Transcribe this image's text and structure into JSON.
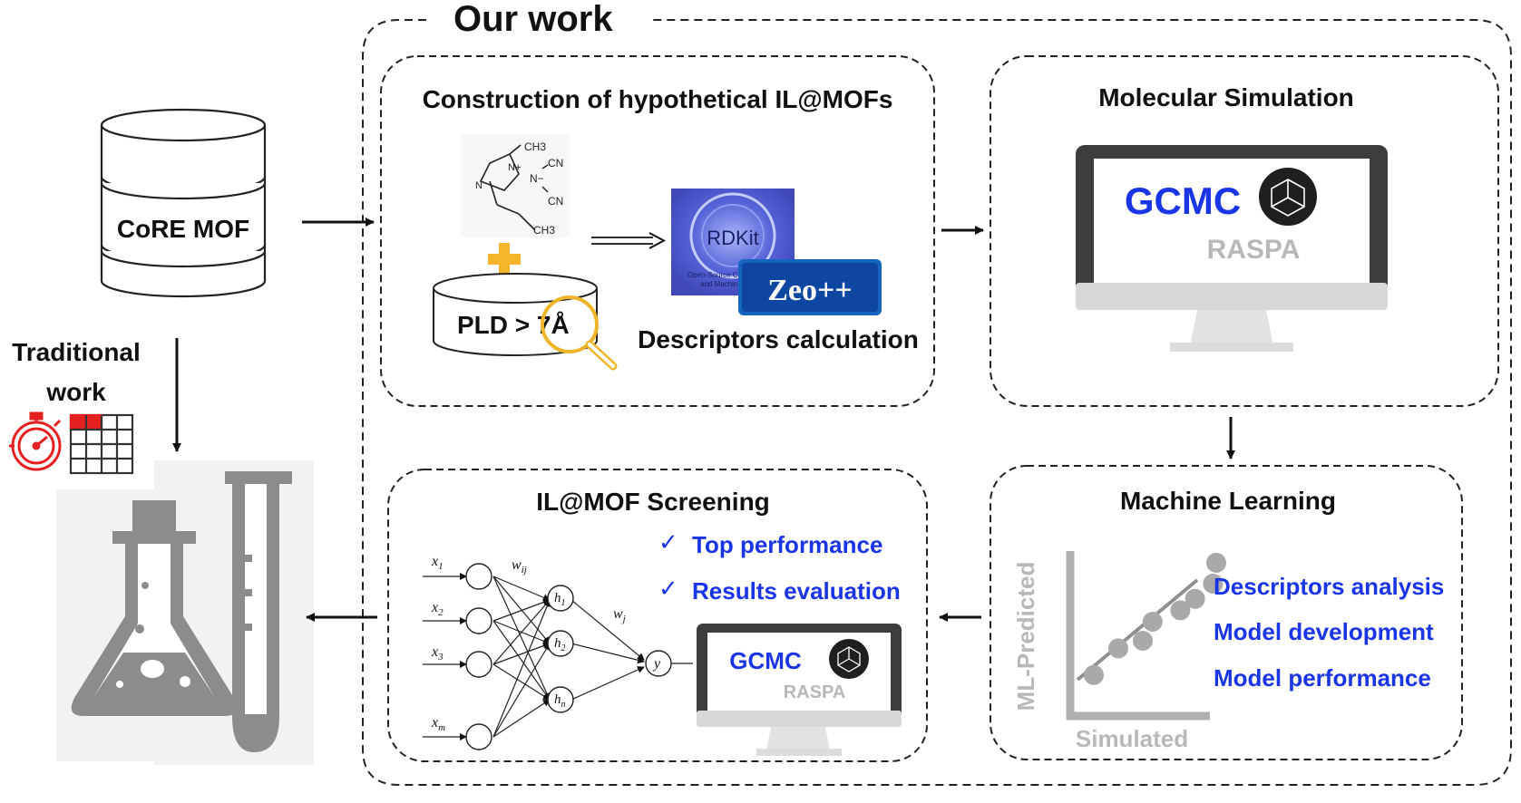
{
  "title": "Our work",
  "database": {
    "label": "CoRE MOF"
  },
  "traditional": {
    "line1": "Traditional",
    "line2": "work"
  },
  "panels": {
    "construction": {
      "title": "Construction of hypothetical IL@MOFs",
      "pld_label": "PLD > 7Å",
      "descriptors_label": "Descriptors calculation",
      "rdkit_label": "RDKit",
      "rdkit_caption_1": "Open-Source Ch",
      "rdkit_caption_2": "and Machin",
      "zeo_label": "Zeo++",
      "molecule": {
        "methyl": "CH3",
        "methyl_end": "CH3",
        "cation": "N+",
        "n_plain": "N",
        "cn1": "CN",
        "cn2": "CN",
        "anion": "N−"
      }
    },
    "simulation": {
      "title": "Molecular Simulation",
      "gcmc": "GCMC",
      "raspa": "RASPA"
    },
    "ml": {
      "title": "Machine Learning",
      "y_axis": "ML-Predicted",
      "x_axis": "Simulated",
      "items": [
        "Descriptors analysis",
        "Model development",
        "Model performance"
      ],
      "scatter": [
        {
          "x": 1.0,
          "y": 1.2
        },
        {
          "x": 2.5,
          "y": 2.6
        },
        {
          "x": 4.0,
          "y": 3.0
        },
        {
          "x": 4.6,
          "y": 4.0
        },
        {
          "x": 6.3,
          "y": 4.6
        },
        {
          "x": 7.2,
          "y": 5.2
        },
        {
          "x": 8.3,
          "y": 6.0
        },
        {
          "x": 8.5,
          "y": 7.1
        }
      ]
    },
    "screening": {
      "title": "IL@MOF Screening",
      "checks": [
        "Top performance",
        "Results evaluation"
      ],
      "check_mark": "✓",
      "gcmc": "GCMC",
      "raspa": "RASPA",
      "network": {
        "inputs": [
          "x",
          "x",
          "x",
          "x"
        ],
        "input_subs": [
          "1",
          "2",
          "3",
          "m"
        ],
        "hidden": [
          "h",
          "h",
          "h"
        ],
        "hidden_subs": [
          "1",
          "2",
          "n"
        ],
        "w_ij": "w",
        "w_ij_sub": "ij",
        "w_j": "w",
        "w_j_sub": "j",
        "output": "y"
      }
    }
  },
  "colors": {
    "blue_text": "#1a35e6",
    "gray": "#8c8c8c",
    "light_gray": "#b8b8b8",
    "red": "#e52020",
    "orange": "#f5a623",
    "gold": "#f0b429",
    "dark": "#222222",
    "monitor_dark": "#3d3d3d"
  }
}
